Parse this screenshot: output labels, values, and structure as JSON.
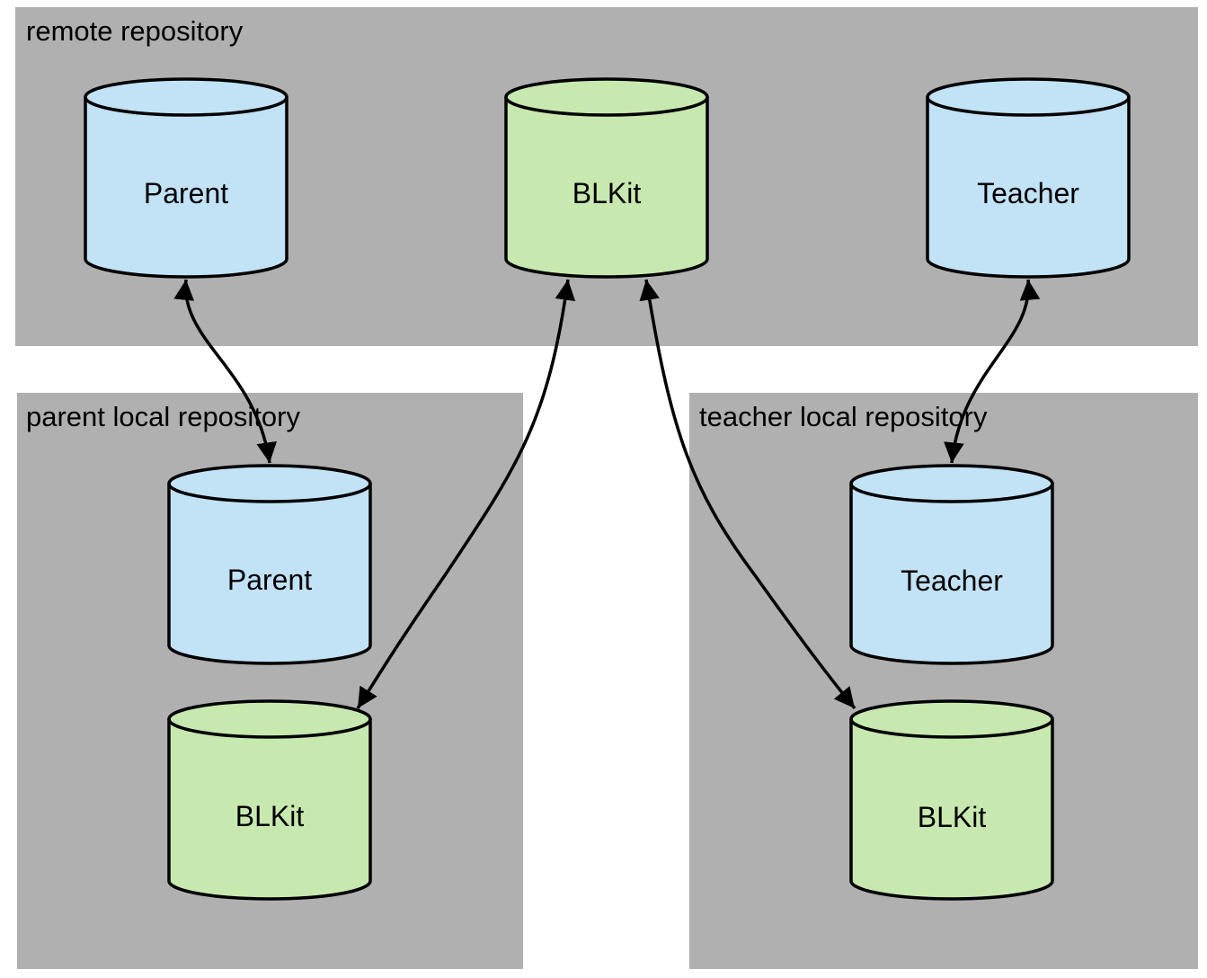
{
  "panels": {
    "remote": {
      "label": "remote repository"
    },
    "parent_local": {
      "label": "parent  local repository"
    },
    "teacher_local": {
      "label": "teacher  local repository"
    }
  },
  "repos": {
    "remote_parent": {
      "label": "Parent",
      "color": "#c2e2f6"
    },
    "remote_blkit": {
      "label": "BLKit",
      "color": "#c7e8af"
    },
    "remote_teacher": {
      "label": "Teacher",
      "color": "#c2e2f6"
    },
    "local_parent": {
      "label": "Parent",
      "color": "#c2e2f6"
    },
    "local_parent_blkit": {
      "label": "BLKit",
      "color": "#c7e8af"
    },
    "local_teacher": {
      "label": "Teacher",
      "color": "#c2e2f6"
    },
    "local_teacher_blkit": {
      "label": "BLKit",
      "color": "#c7e8af"
    }
  },
  "edges": [
    {
      "from": "remote_parent",
      "to": "local_parent",
      "direction": "both"
    },
    {
      "from": "remote_blkit",
      "to": "local_parent_blkit",
      "direction": "both"
    },
    {
      "from": "remote_blkit",
      "to": "local_teacher_blkit",
      "direction": "both"
    },
    {
      "from": "remote_teacher",
      "to": "local_teacher",
      "direction": "both"
    }
  ]
}
